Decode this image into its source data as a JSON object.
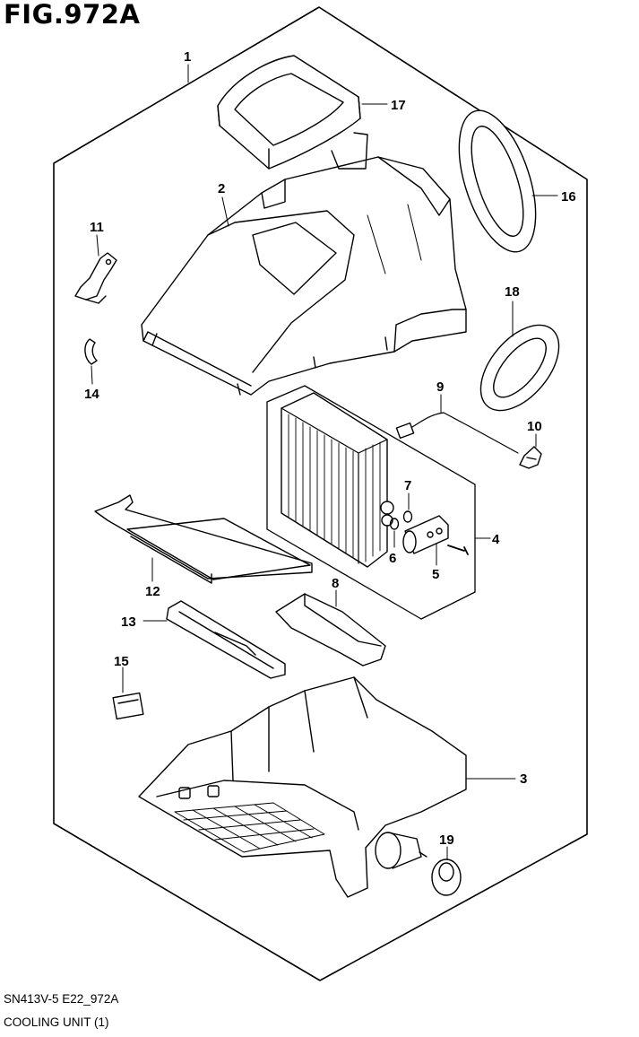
{
  "figure": {
    "title": "FIG.972A"
  },
  "callouts": [
    "1",
    "2",
    "3",
    "4",
    "5",
    "6",
    "7",
    "8",
    "9",
    "10",
    "11",
    "12",
    "13",
    "14",
    "15",
    "16",
    "17",
    "18",
    "19"
  ],
  "footer": {
    "code": "SN413V-5 E22_972A",
    "name": "COOLING UNIT (1)"
  }
}
